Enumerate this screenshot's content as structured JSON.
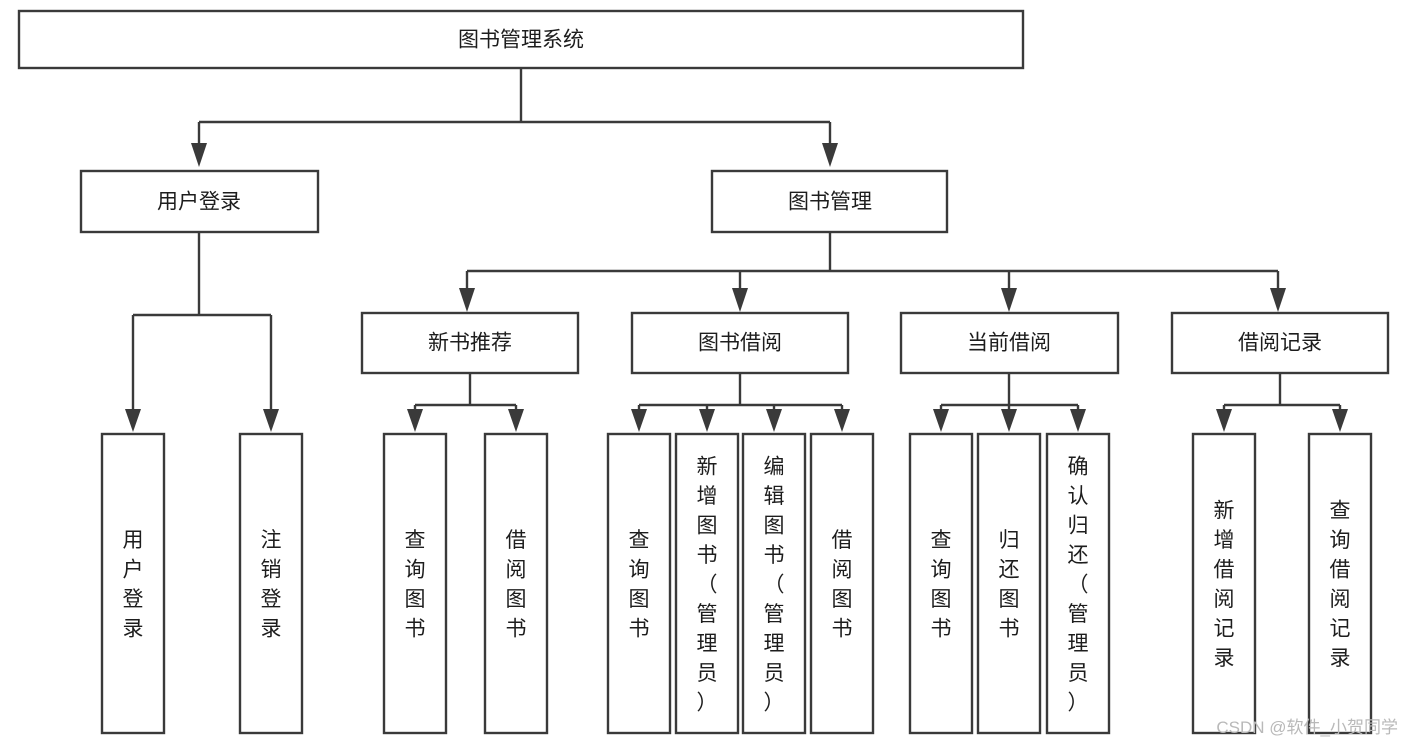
{
  "diagram": {
    "type": "tree-hierarchy-chart",
    "title": "图书管理系统",
    "orientation": "top-down",
    "colors": {
      "box_fill": "#ffffff",
      "box_stroke": "#3a3a3a",
      "text": "#1d1d1d",
      "background": "#ffffff",
      "watermark": "#b9b9b9"
    },
    "root": {
      "label": "图书管理系统"
    },
    "level2": [
      {
        "label": "用户登录"
      },
      {
        "label": "图书管理"
      }
    ],
    "level3": [
      {
        "label": "新书推荐"
      },
      {
        "label": "图书借阅"
      },
      {
        "label": "当前借阅"
      },
      {
        "label": "借阅记录"
      }
    ],
    "leaves": {
      "user_login": [
        {
          "label": "用户登录"
        },
        {
          "label": "注销登录"
        }
      ],
      "new_book_recommend": [
        {
          "label": "查询图书"
        },
        {
          "label": "借阅图书"
        }
      ],
      "book_borrow": [
        {
          "label": "查询图书"
        },
        {
          "label": "新增图书（管理员）"
        },
        {
          "label": "编辑图书（管理员）"
        },
        {
          "label": "借阅图书"
        }
      ],
      "current_borrow": [
        {
          "label": "查询图书"
        },
        {
          "label": "归还图书"
        },
        {
          "label": "确认归还（管理员）"
        }
      ],
      "borrow_record": [
        {
          "label": "新增借阅记录"
        },
        {
          "label": "查询借阅记录"
        }
      ]
    },
    "watermark": "CSDN @软件_小贺同学"
  }
}
